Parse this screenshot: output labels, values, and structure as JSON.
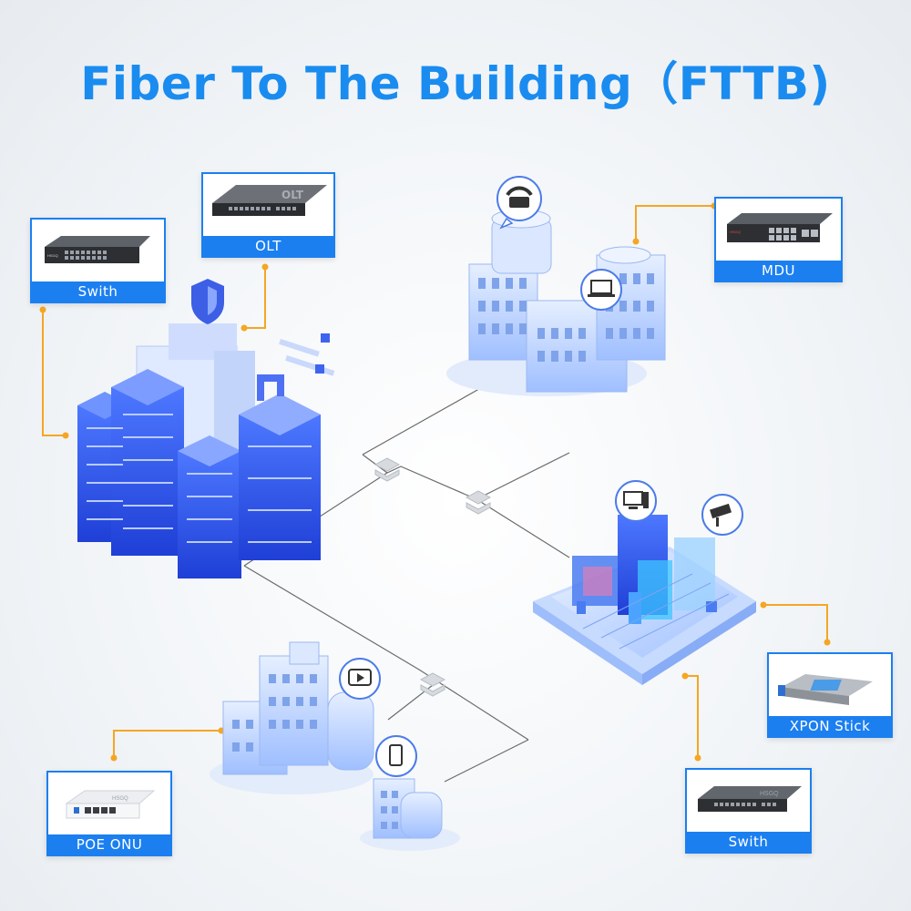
{
  "title": "Fiber To The Building（FTTB)",
  "devices": {
    "switch_left": {
      "label": "Swith",
      "brand": "HSGQ"
    },
    "olt": {
      "label": "OLT",
      "brand": "OLT"
    },
    "mdu": {
      "label": "MDU",
      "brand": "HSGQ"
    },
    "xpon_stick": {
      "label": "XPON Stick"
    },
    "switch_right": {
      "label": "Swith",
      "brand": "HSGQ"
    },
    "poe_onu": {
      "label": "POE ONU",
      "brand": "HSGQ"
    }
  },
  "colors": {
    "accent": "#1b7ff0",
    "title": "#1a8cf0",
    "connector": "#f5a623",
    "building_dark": "#2f55e6",
    "building_light": "#a9c8ff",
    "fiber_line": "#666666"
  },
  "icons": [
    "shield-icon",
    "telephone-icon",
    "laptop-icon",
    "desktop-computer-icon",
    "cctv-camera-icon",
    "tv-play-icon",
    "mobile-phone-icon",
    "splitter-box-icon"
  ]
}
